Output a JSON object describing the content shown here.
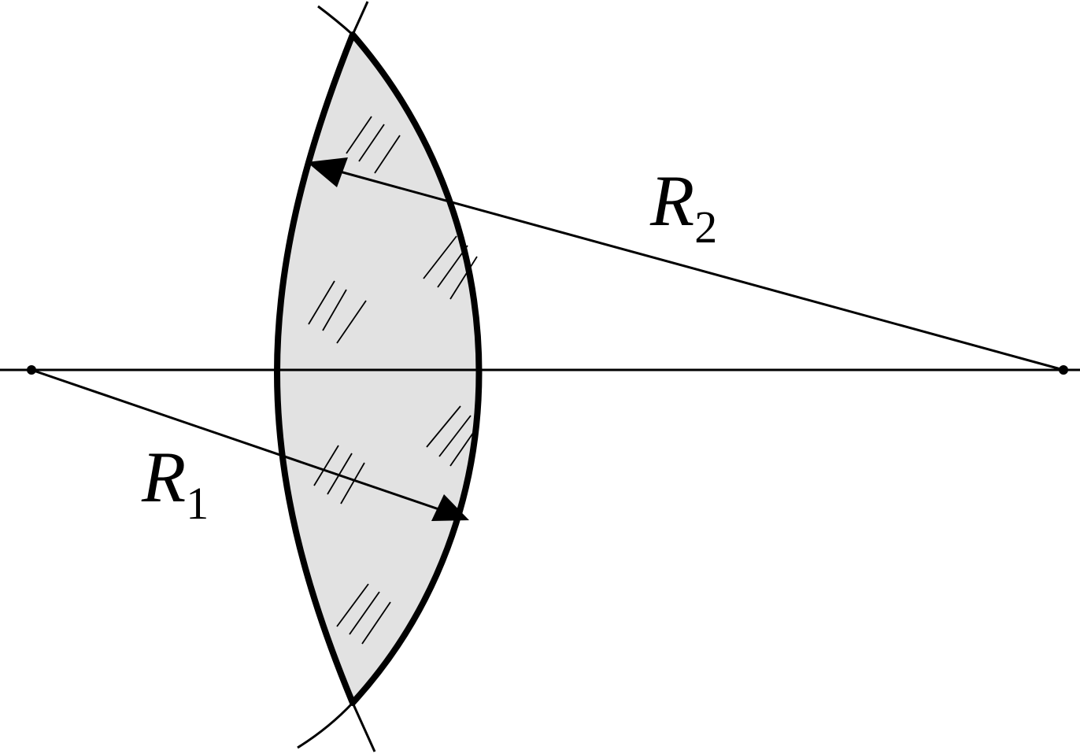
{
  "labels": {
    "r1_letter": "R",
    "r1_subscript": "1",
    "r2_letter": "R",
    "r2_subscript": "2"
  },
  "colors": {
    "stroke": "#000000",
    "lens_fill": "#e2e2e2",
    "background": "#ffffff"
  }
}
